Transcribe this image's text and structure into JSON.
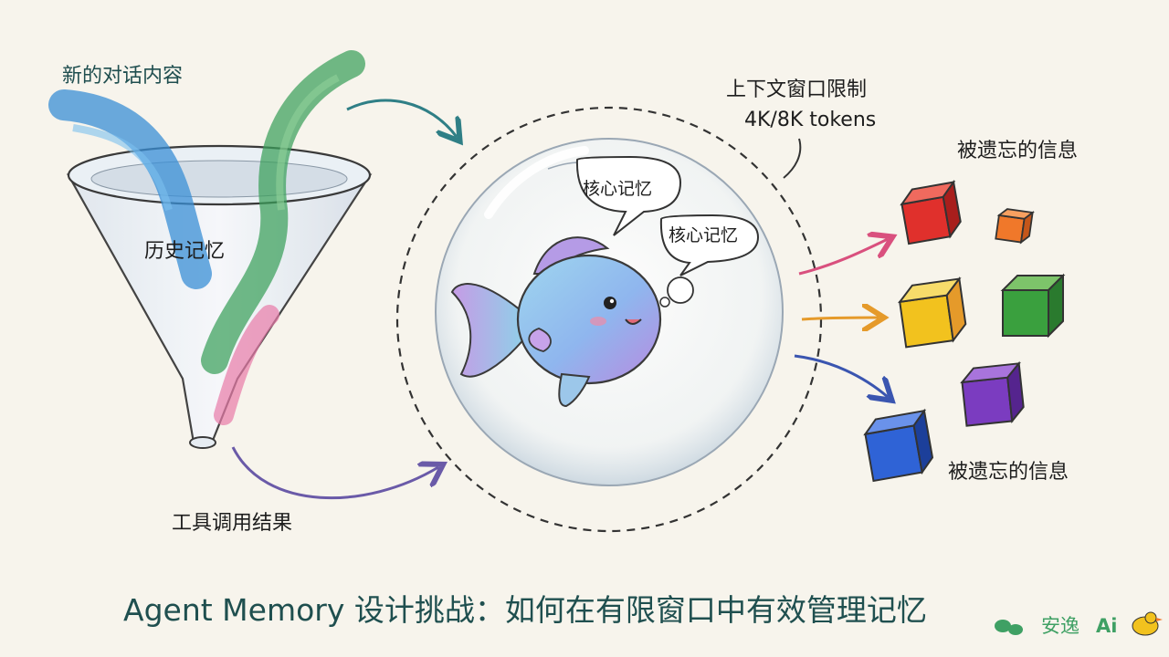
{
  "labels": {
    "new_content": "新的对话内容",
    "history": "历史记忆",
    "tool_results": "工具调用结果",
    "context_limit_title": "上下文窗口限制",
    "context_limit_tokens": "4K/8K tokens",
    "forgotten_top": "被遗忘的信息",
    "forgotten_bottom": "被遗忘的信息",
    "core_memory_1": "核心记忆",
    "core_memory_2": "核心记忆"
  },
  "caption": "Agent Memory 设计挑战：如何在有限窗口中有效管理记忆",
  "watermark": {
    "text_cn": "安逸",
    "text_ai": "Ai"
  },
  "colors": {
    "background": "#f7f4ec",
    "stream_blue": "#3a8fd6",
    "stream_green": "#3aa05a",
    "stream_pink": "#e87aa8",
    "arrow_teal": "#2f7f86",
    "cube_red": "#e0302c",
    "cube_orange": "#f0782a",
    "cube_yellow": "#f2c21e",
    "cube_green": "#3aa03e",
    "cube_purple": "#7b3cc0",
    "cube_blue": "#2f63d6",
    "caption": "#1f4f4f"
  }
}
